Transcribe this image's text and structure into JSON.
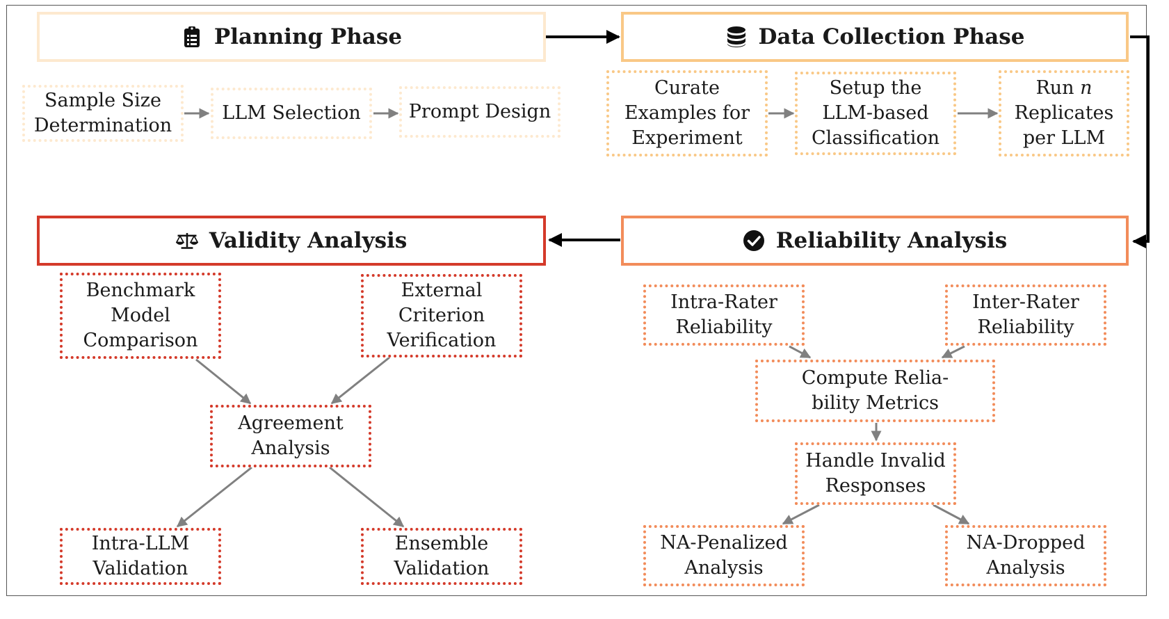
{
  "phases": {
    "planning": "Planning Phase",
    "data_collection": "Data Collection Phase",
    "validity": "Validity Analysis",
    "reliability": "Reliability Analysis"
  },
  "planning_steps": [
    "Sample Size\nDetermination",
    "LLM Selection",
    "Prompt Design"
  ],
  "data_steps": {
    "curate": "Curate\nExamples for\nExperiment",
    "setup": "Setup the\nLLM-based\nClassification",
    "run_prefix": "Run ",
    "run_var": "n",
    "run_suffix": "\nReplicates\nper LLM"
  },
  "validity_nodes": {
    "benchmark": "Benchmark\nModel\nComparison",
    "external": "External\nCriterion\nVerification",
    "agreement": "Agreement\nAnalysis",
    "intra_llm": "Intra-LLM\nValidation",
    "ensemble": "Ensemble\nValidation"
  },
  "reliability_nodes": {
    "intra_rater": "Intra-Rater\nReliability",
    "inter_rater": "Inter-Rater\nReliability",
    "compute": "Compute Relia-\nbility Metrics",
    "invalid": "Handle Invalid\nResponses",
    "na_penalized": "NA-Penalized\nAnalysis",
    "na_dropped": "NA-Dropped\nAnalysis"
  },
  "colors": {
    "planning": "#fde9cf",
    "data_collection": "#f9c886",
    "validity": "#d43a2a",
    "reliability": "#f28c5a",
    "connector": "#808080",
    "phase_arrow": "#000000"
  },
  "icons": {
    "planning": "clipboard-list-icon",
    "data_collection": "database-icon",
    "validity": "balance-scale-icon",
    "reliability": "check-circle-icon"
  }
}
